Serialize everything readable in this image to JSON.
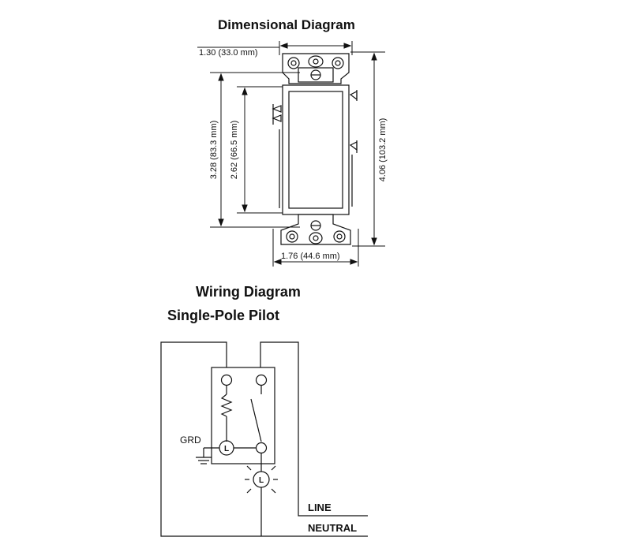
{
  "dimensional": {
    "title": "Dimensional Diagram",
    "width_top": "1.30 (33.0 mm)",
    "height_outer": "3.28 (83.3 mm)",
    "height_inner": "2.62 (66.5 mm)",
    "height_total": "4.06 (103.2 mm)",
    "width_bottom": "1.76 (44.6 mm)"
  },
  "wiring": {
    "title": "Wiring Diagram",
    "subtitle": "Single-Pole Pilot",
    "ground_label": "GRD",
    "lamp_label": "L",
    "line_label": "LINE",
    "neutral_label": "NEUTRAL"
  }
}
